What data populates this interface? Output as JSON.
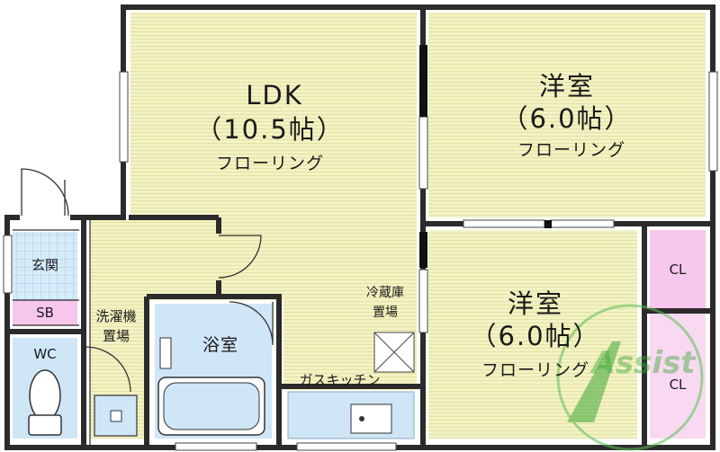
{
  "rooms": {
    "ldk": {
      "name": "LDK",
      "size": "（10.5帖）",
      "floor": "フローリング"
    },
    "room1": {
      "name": "洋室",
      "size": "（6.0帖）",
      "floor": "フローリング"
    },
    "room2": {
      "name": "洋室",
      "size": "（6.0帖）",
      "floor": "フローリング"
    },
    "entrance": "玄関",
    "shoe_box": "SB",
    "toilet": "WC",
    "bath": "浴室",
    "washer": [
      "洗濯機",
      "置場"
    ],
    "fridge": [
      "冷蔵庫",
      "置場"
    ],
    "kitchen": "ガスキッチン",
    "closet1": "CL",
    "closet2": "CL"
  },
  "watermark": "Assist",
  "colors": {
    "wall": "#2b2b2b",
    "room_fill": "#f3f2c4",
    "room_stripe": "#e6e4a6",
    "blue_fill": "#cfe6f7",
    "pink_fill": "#f7c6ec",
    "pink_fill_light": "#f9d9f1",
    "watermark": "#3fa83a"
  }
}
